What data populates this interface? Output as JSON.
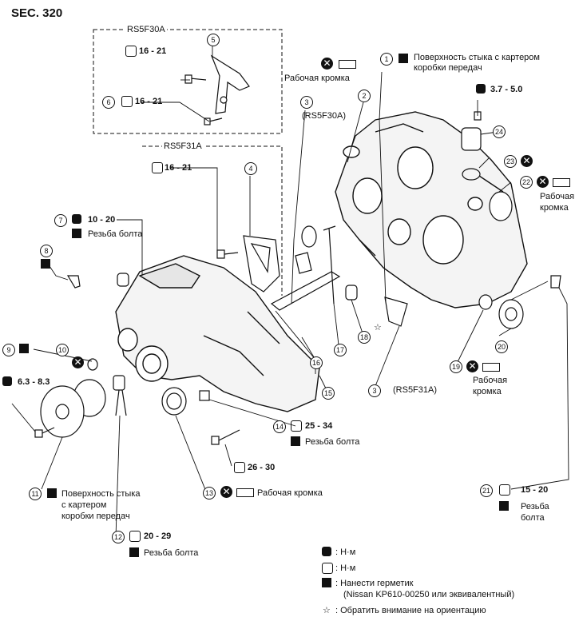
{
  "section": "SEC. 320",
  "variants": {
    "rs5f30a": "RS5F30A",
    "rs5f31a": "RS5F31A"
  },
  "torques": {
    "t5": "16 - 21",
    "t6": "16 - 21",
    "t4": "16 - 21",
    "t7": "10 - 20",
    "t9": "6.3 - 8.3",
    "t24": "3.7 - 5.0",
    "t14": "25 - 34",
    "t26": "26 - 30",
    "t12": "20 - 29",
    "t21": "15 - 20"
  },
  "notes": {
    "mating_surface_1": "Поверхность стыка с картером коробки передач",
    "mating_surface_1a": "Поверхность стыка с картером",
    "mating_surface_1b": "коробки передач",
    "working_edge": "Рабочая кромка",
    "rs5f30a_note": "(RS5F30A)",
    "rs5f31a_note": "(RS5F31A)",
    "bolt_thread": "Резьба болта",
    "working": "Рабочая",
    "edge": "кромка",
    "bolt": "болта",
    "bolt_thread_a": "Резьба",
    "mating_11a": "Поверхность стыка",
    "mating_11b": "с картером",
    "mating_11c": "коробки передач",
    "nut_edge": "Рабочая кромка"
  },
  "callouts": [
    "1",
    "2",
    "3",
    "4",
    "5",
    "6",
    "7",
    "8",
    "9",
    "10",
    "11",
    "12",
    "13",
    "14",
    "15",
    "16",
    "17",
    "18",
    "19",
    "20",
    "21",
    "22",
    "23",
    "24",
    "3"
  ],
  "legend": {
    "nm1": ": Н·м",
    "nm2": ": Н·м",
    "sealant_a": ": Нанести герметик",
    "sealant_b": "(Nissan KP610-00250 или эквивалентный)",
    "orient": ": Обратить внимание на ориентацию"
  }
}
